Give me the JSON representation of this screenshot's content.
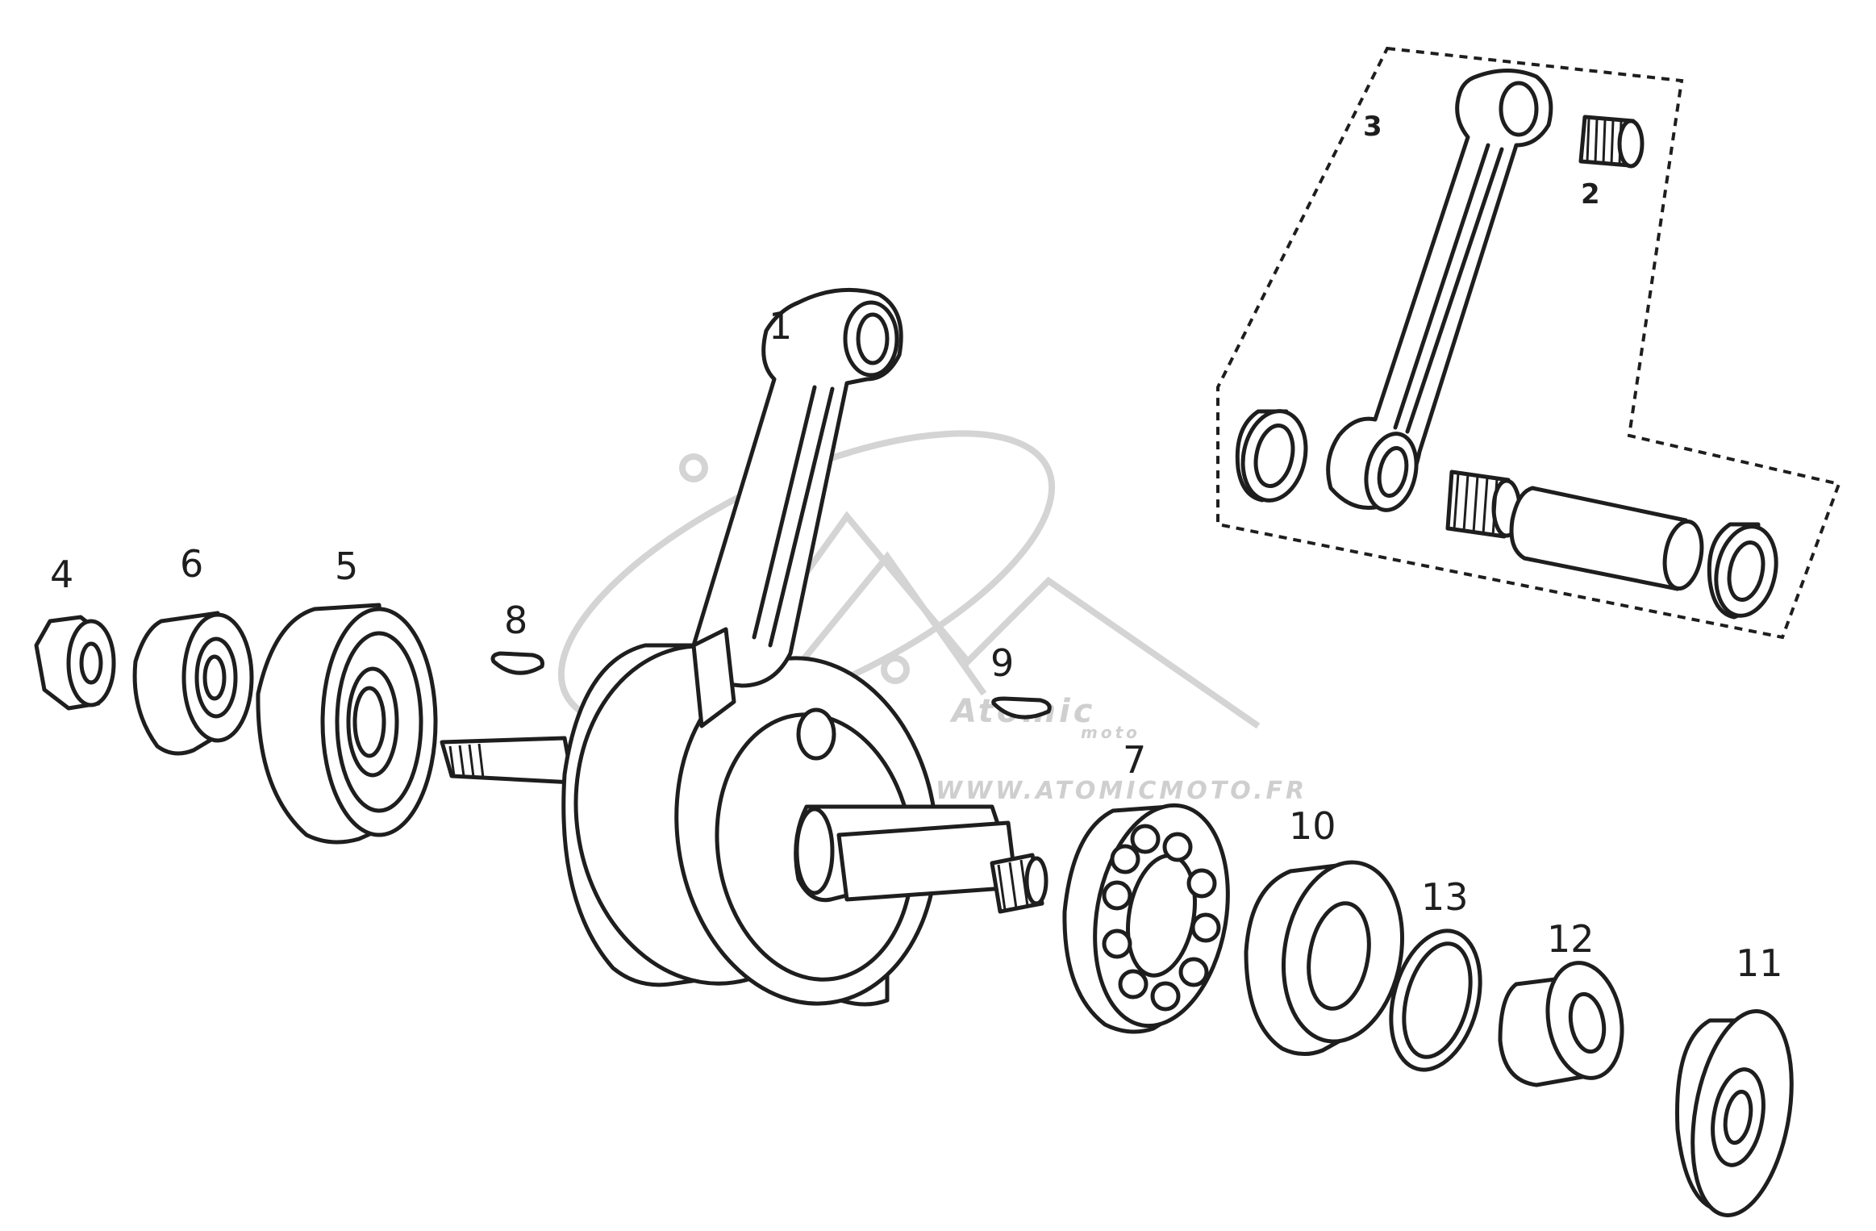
{
  "diagram": {
    "callouts": [
      {
        "id": "1",
        "label": "1"
      },
      {
        "id": "2",
        "label": "2"
      },
      {
        "id": "3",
        "label": "3"
      },
      {
        "id": "4",
        "label": "4"
      },
      {
        "id": "5",
        "label": "5"
      },
      {
        "id": "6",
        "label": "6"
      },
      {
        "id": "7",
        "label": "7"
      },
      {
        "id": "8",
        "label": "8"
      },
      {
        "id": "9",
        "label": "9"
      },
      {
        "id": "10",
        "label": "10"
      },
      {
        "id": "11",
        "label": "11"
      },
      {
        "id": "12",
        "label": "12"
      },
      {
        "id": "13",
        "label": "13"
      }
    ]
  },
  "watermark": {
    "url": "WWW.ATOMICMOTO.FR",
    "brand": "Atomic",
    "brand_sub": "moto"
  }
}
